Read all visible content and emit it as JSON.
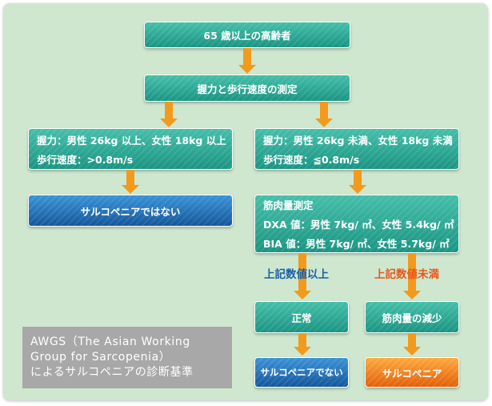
{
  "nodes": {
    "elderly": "65 歳以上の高齢者",
    "measure": "握力と歩行速度の測定",
    "normal_criteria": [
      "握力：男性 26kg 以上、女性 18kg 以上",
      "歩行速度：>0.8m/s"
    ],
    "low_criteria": [
      "握力：男性 26kg 未満、女性 18kg 未満",
      "歩行速度：≦0.8m/s"
    ],
    "not_sarcopenia_1": "サルコペニアではない",
    "muscle_mass": [
      "筋肉量測定",
      "DXA 値：男性 7kg/ ㎡、女性 5.4kg/ ㎡",
      "BIA 値：男性 7kg/ ㎡、女性 5.7kg/ ㎡"
    ],
    "normal": "正常",
    "reduced_muscle": "筋肉量の減少",
    "not_sarcopenia_2": "サルコペニアでない",
    "sarcopenia": "サルコペニア"
  },
  "conditions": {
    "above": "上記数値以上",
    "below": "上記数値未満"
  },
  "caption": [
    "AWGS（The Asian Working",
    "Group for Sarcopenia）",
    "によるサルコペニアの診断基準"
  ],
  "colors": {
    "background": "#cfe7cf",
    "teal_box": "#2aa793",
    "blue_box": "#1d6fb8",
    "orange_box": "#f07a12",
    "arrow": "#f29a1c",
    "condition_blue": "#1a5ea8",
    "condition_red": "#e8571a",
    "caption_bg": "#a8a8a8"
  }
}
